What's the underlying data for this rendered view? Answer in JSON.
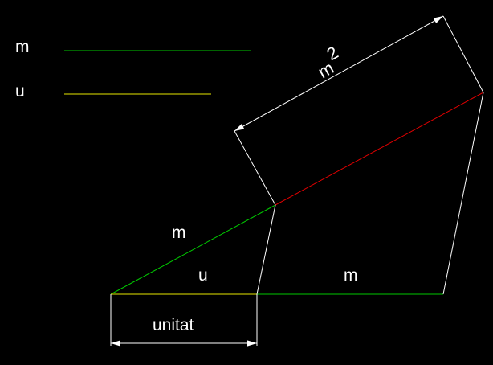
{
  "legend": {
    "items": [
      {
        "label": "m",
        "color": "#00c800"
      },
      {
        "label": "u",
        "color": "#e6e600"
      }
    ]
  },
  "diagram": {
    "labels": {
      "m_upper": "m",
      "u_inner": "u",
      "m_lower": "m",
      "unitat": "unitat",
      "m_squared_base": "m",
      "m_squared_exp": "2"
    },
    "colors": {
      "green": "#00c800",
      "yellow": "#e6e600",
      "red": "#e00000",
      "white": "#ffffff"
    }
  }
}
